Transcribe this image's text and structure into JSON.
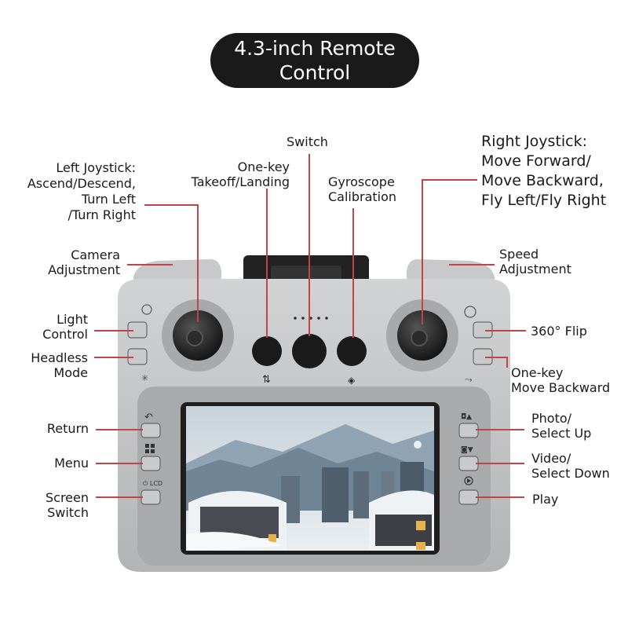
{
  "title": {
    "line1": "4.3-inch Remote",
    "line2": "Control"
  },
  "labels": {
    "switch": "Switch",
    "one_key_takeoff": [
      "One-key",
      "Takeoff/Landing"
    ],
    "gyroscope": [
      "Gyroscope",
      "Calibration"
    ],
    "left_joystick": [
      "Left Joystick:",
      "Ascend/Descend,",
      "Turn Left",
      "/Turn Right"
    ],
    "right_joystick": [
      "Right Joystick:",
      "Move Forward/",
      "Move Backward,",
      "Fly Left/Fly Right"
    ],
    "camera_adjustment": [
      "Camera",
      "Adjustment"
    ],
    "speed_adjustment": [
      "Speed",
      "Adjustment"
    ],
    "light_control": [
      "Light",
      "Control"
    ],
    "headless_mode": [
      "Headless",
      "Mode"
    ],
    "flip_360": "360° Flip",
    "one_key_back": [
      "One-key",
      "Move Backward"
    ],
    "return": "Return",
    "menu": "Menu",
    "screen_switch": [
      "Screen",
      "Switch"
    ],
    "photo": [
      "Photo/",
      "Select Up"
    ],
    "video": [
      "Video/",
      "Select Down"
    ],
    "play": "Play"
  },
  "colors": {
    "accent_line": "#c0454a",
    "body": "#bfc0c2",
    "title_bg": "#1a1a1a"
  }
}
